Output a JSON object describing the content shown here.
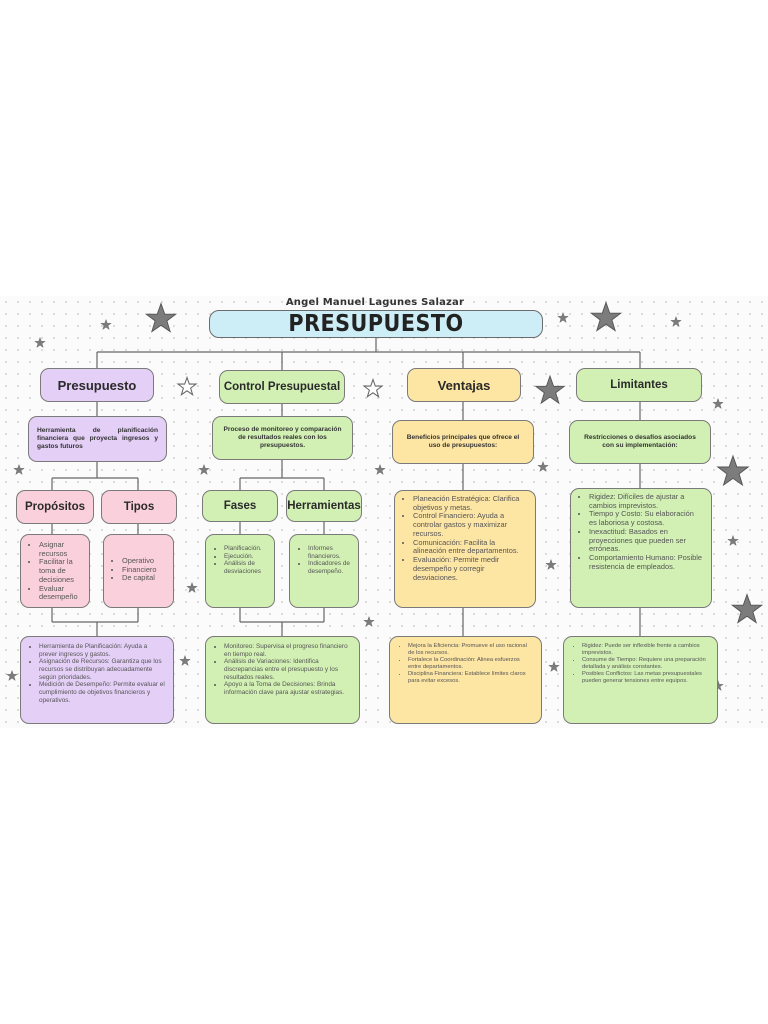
{
  "author": "Angel Manuel Lagunes Salazar",
  "title": "PRESUPUESTO",
  "branches": [
    {
      "header": "Presupuesto",
      "definition": "Herramienta de planificación financiera que proyecta ingresos y gastos futuros",
      "subheaders": [
        "Propósitos",
        "Tipos"
      ],
      "left_list": [
        "Asignar recursos",
        "Facilitar la toma de decisiones",
        "Evaluar desempeño"
      ],
      "right_list": [
        "Operativo",
        "Financiero",
        "De capital"
      ],
      "bottom_list": [
        "Herramienta de Planificación: Ayuda a prever ingresos y gastos.",
        "Asignación de Recursos: Garantiza que los recursos se distribuyan adecuadamente según prioridades.",
        "Medición de Desempeño: Permite evaluar el cumplimiento de objetivos financieros y operativos."
      ]
    },
    {
      "header": "Control Presupuestal",
      "definition": "Proceso de monitoreo y comparación de resultados reales con los presupuestos.",
      "subheaders": [
        "Fases",
        "Herramientas"
      ],
      "left_list": [
        "Planificación.",
        "Ejecución.",
        "Análisis de desviaciones"
      ],
      "right_list": [
        "Informes financieros.",
        "Indicadores de desempeño."
      ],
      "bottom_list": [
        "Monitoreo: Supervisa el progreso financiero en tiempo real.",
        "Análisis de Variaciones: Identifica discrepancias entre el presupuesto y los resultados reales.",
        "Apoyo a la Toma de Decisiones: Brinda información clave para ajustar estrategias."
      ]
    },
    {
      "header": "Ventajas",
      "definition": "Beneficios principales que ofrece el uso de presupuestos:",
      "middle_list": [
        "Planeación Estratégica: Clarifica objetivos y metas.",
        "Control Financiero: Ayuda a controlar gastos y maximizar recursos.",
        "Comunicación: Facilita la alineación entre departamentos.",
        "Evaluación: Permite medir desempeño y corregir desviaciones."
      ],
      "bottom_list": [
        "Mejora la Eficiencia: Promueve el uso racional de los recursos.",
        "Fortalece la Coordinación: Alinea esfuerzos entre departamentos.",
        "Disciplina Financiera: Establece límites claros para evitar excesos."
      ]
    },
    {
      "header": "Limitantes",
      "definition": "Restricciones o desafíos asociados con su implementación:",
      "middle_list": [
        "Rigidez: Difíciles de ajustar a cambios imprevistos.",
        "Tiempo y Costo: Su elaboración es laboriosa y costosa.",
        "Inexactitud: Basados en proyecciones que pueden ser erróneas.",
        "Comportamiento Humano: Posible resistencia de empleados."
      ],
      "bottom_list": [
        "Rigidez: Puede ser inflexible frente a cambios imprevistos.",
        "Consume de Tiempo: Requiere una preparación detallada y análisis constantes.",
        "Posibles Conflictos: Las metas presupuestales pueden generar tensiones entre equipos."
      ]
    }
  ],
  "colors": {
    "purple": "#e4cff7",
    "green": "#d2f0b4",
    "yellow": "#fde5a4",
    "pink": "#fbd0dd",
    "title": "#cdeef6",
    "border": "#7a7a7a",
    "star": "#777777"
  },
  "decorations": [
    "star-icon"
  ]
}
